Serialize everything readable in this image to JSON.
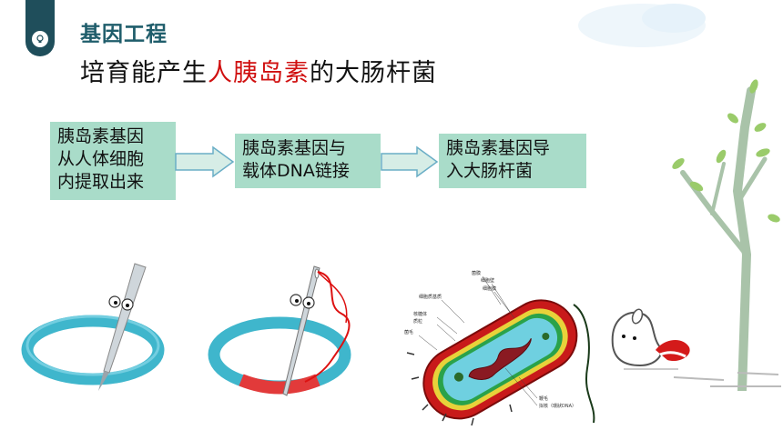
{
  "header": {
    "section_title": "基因工程",
    "headline_parts": [
      "培育能产生",
      "人胰岛素",
      "的大肠杆菌"
    ]
  },
  "flow": {
    "steps": [
      {
        "lines": [
          "胰岛素基因",
          "从人体细胞",
          "内提取出来"
        ]
      },
      {
        "lines": [
          "胰岛素基因与",
          "载体DNA链接"
        ]
      },
      {
        "lines": [
          "胰岛素基因导",
          "入大肠杆菌"
        ]
      }
    ]
  },
  "bacterium_labels": [
    "菌膜",
    "细胞壁",
    "细胞膜",
    "细胞质基质",
    "核糖体",
    "质粒",
    "菌毛",
    "鞭毛",
    "拟核（環狀DNA）"
  ],
  "colors": {
    "title": "#1f5d6b",
    "highlight": "#d01010",
    "step_box": "#a9dcc9",
    "bookmark": "#1f4e5b",
    "plasmid": "#3fb6cc"
  },
  "icons": [
    "lightbulb-icon",
    "arrow-right-icon"
  ]
}
